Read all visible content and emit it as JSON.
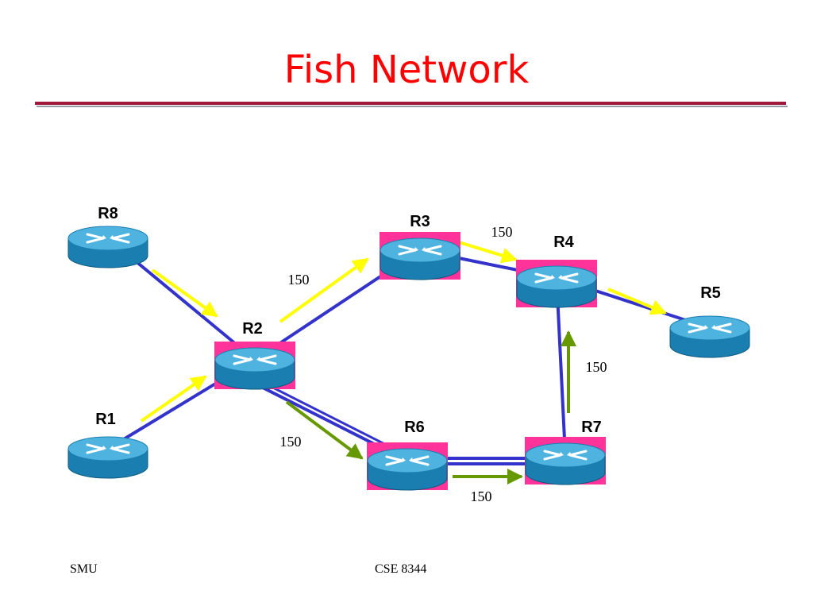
{
  "slide": {
    "title": "Fish Network",
    "footer_left": "SMU",
    "footer_center": "CSE 8344"
  },
  "colors": {
    "title": "#ff0000",
    "rule": "#a0183c",
    "link": "#3333cc",
    "yellow_flow": "#ffff00",
    "green_flow": "#669900",
    "highlight": "#ff3399",
    "router_top": "#4fb3e0",
    "router_body": "#1a7fb0"
  },
  "routers": [
    {
      "id": "R8",
      "label": "R8",
      "highlighted": false
    },
    {
      "id": "R3",
      "label": "R3",
      "highlighted": true
    },
    {
      "id": "R4",
      "label": "R4",
      "highlighted": true
    },
    {
      "id": "R5",
      "label": "R5",
      "highlighted": false
    },
    {
      "id": "R2",
      "label": "R2",
      "highlighted": true
    },
    {
      "id": "R1",
      "label": "R1",
      "highlighted": false
    },
    {
      "id": "R6",
      "label": "R6",
      "highlighted": true
    },
    {
      "id": "R7",
      "label": "R7",
      "highlighted": true
    }
  ],
  "links": [
    {
      "from": "R8",
      "to": "R2"
    },
    {
      "from": "R1",
      "to": "R2"
    },
    {
      "from": "R2",
      "to": "R3"
    },
    {
      "from": "R3",
      "to": "R4"
    },
    {
      "from": "R4",
      "to": "R5"
    },
    {
      "from": "R2",
      "to": "R6"
    },
    {
      "from": "R6",
      "to": "R7"
    },
    {
      "from": "R7",
      "to": "R4"
    }
  ],
  "flows": [
    {
      "from": "R8",
      "to": "R2",
      "color": "yellow"
    },
    {
      "from": "R1",
      "to": "R2",
      "color": "yellow"
    },
    {
      "from": "R2",
      "to": "R3",
      "color": "yellow"
    },
    {
      "from": "R3",
      "to": "R4",
      "color": "yellow"
    },
    {
      "from": "R4",
      "to": "R5",
      "color": "yellow"
    },
    {
      "from": "R2",
      "to": "R6",
      "color": "green"
    },
    {
      "from": "R6",
      "to": "R7",
      "color": "green"
    },
    {
      "from": "R7",
      "to": "R4",
      "color": "green"
    }
  ],
  "metrics": [
    {
      "link": "R2-R3",
      "text": "150"
    },
    {
      "link": "R3-R4",
      "text": "150"
    },
    {
      "link": "R7-R4",
      "text": "150"
    },
    {
      "link": "R2-R6",
      "text": "150"
    },
    {
      "link": "R6-R7",
      "text": "150"
    }
  ]
}
